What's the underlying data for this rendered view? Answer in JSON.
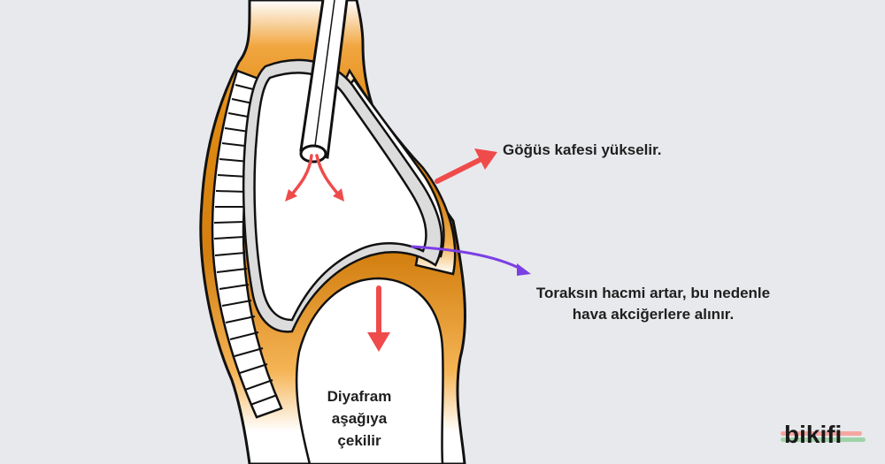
{
  "labels": {
    "ribcage": "Göğüs kafesi yükselir.",
    "thorax_line1": "Toraksın hacmi artar, bu nedenle",
    "thorax_line2": "hava akciğerlere alınır.",
    "diaphragm_line1": "Diyafram",
    "diaphragm_line2": "aşağıya",
    "diaphragm_line3": "çekilir"
  },
  "brand": {
    "logo_text": "bikifi",
    "stripe_colors": [
      "#f4a7a0",
      "#9fd3a8",
      "#a9b8f0"
    ]
  },
  "colors": {
    "background": "#e8e9ec",
    "tissue": "#e08a12",
    "arrow_red": "#ef4b4b",
    "arrow_purple": "#7b3fe4"
  }
}
